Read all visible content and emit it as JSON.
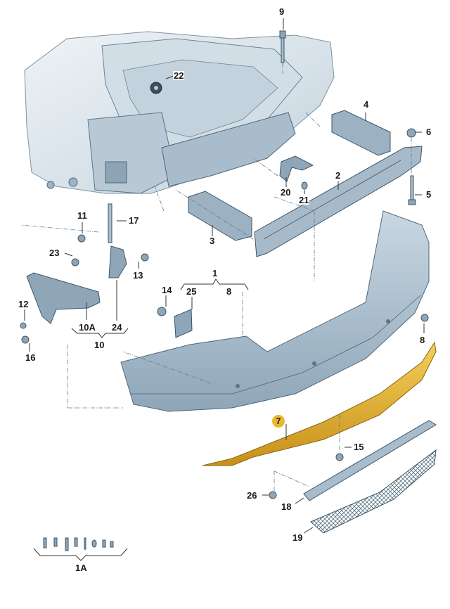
{
  "diagram": {
    "title": "Rear bumper exploded parts diagram",
    "highlighted_part": "7",
    "colors": {
      "body_fill": "#d6e2ea",
      "body_dark": "#9fb4c3",
      "part_fill": "#a9bccb",
      "part_stroke": "#3d5566",
      "highlight_fill": "#e2b02c",
      "highlight_stroke": "#8a6410",
      "badge": "#e8b830",
      "leader": "#5b7a90"
    },
    "labels": [
      {
        "id": "1",
        "text": "1"
      },
      {
        "id": "1A",
        "text": "1A"
      },
      {
        "id": "2",
        "text": "2"
      },
      {
        "id": "3",
        "text": "3"
      },
      {
        "id": "4",
        "text": "4"
      },
      {
        "id": "5",
        "text": "5"
      },
      {
        "id": "6",
        "text": "6"
      },
      {
        "id": "7",
        "text": "7"
      },
      {
        "id": "8a",
        "text": "8"
      },
      {
        "id": "8b",
        "text": "8"
      },
      {
        "id": "9",
        "text": "9"
      },
      {
        "id": "10",
        "text": "10"
      },
      {
        "id": "10A",
        "text": "10A"
      },
      {
        "id": "11",
        "text": "11"
      },
      {
        "id": "12",
        "text": "12"
      },
      {
        "id": "13",
        "text": "13"
      },
      {
        "id": "14",
        "text": "14"
      },
      {
        "id": "15",
        "text": "15"
      },
      {
        "id": "16",
        "text": "16"
      },
      {
        "id": "17",
        "text": "17"
      },
      {
        "id": "18",
        "text": "18"
      },
      {
        "id": "19",
        "text": "19"
      },
      {
        "id": "20",
        "text": "20"
      },
      {
        "id": "21",
        "text": "21"
      },
      {
        "id": "22",
        "text": "22"
      },
      {
        "id": "23",
        "text": "23"
      },
      {
        "id": "24",
        "text": "24"
      },
      {
        "id": "25",
        "text": "25"
      },
      {
        "id": "26",
        "text": "26"
      }
    ]
  }
}
